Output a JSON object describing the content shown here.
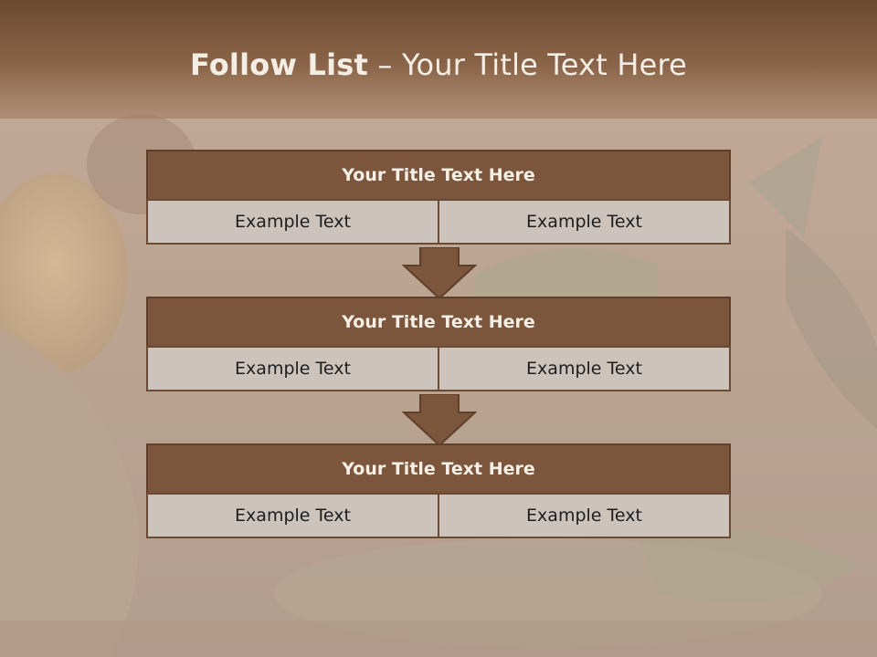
{
  "slide": {
    "title_bold": "Follow List",
    "title_rest": " – Your Title Text Here"
  },
  "steps": [
    {
      "title": "Your Title Text Here",
      "cells": [
        "Example Text",
        "Example Text"
      ]
    },
    {
      "title": "Your Title Text Here",
      "cells": [
        "Example Text",
        "Example Text"
      ]
    },
    {
      "title": "Your Title Text Here",
      "cells": [
        "Example Text",
        "Example Text"
      ]
    }
  ],
  "colors": {
    "header_band": "#7b5538",
    "step_header": "#7b563c",
    "step_cell": "#cdc3bd",
    "arrow": "#7b563c"
  },
  "icons": [
    "down-arrow-icon"
  ]
}
